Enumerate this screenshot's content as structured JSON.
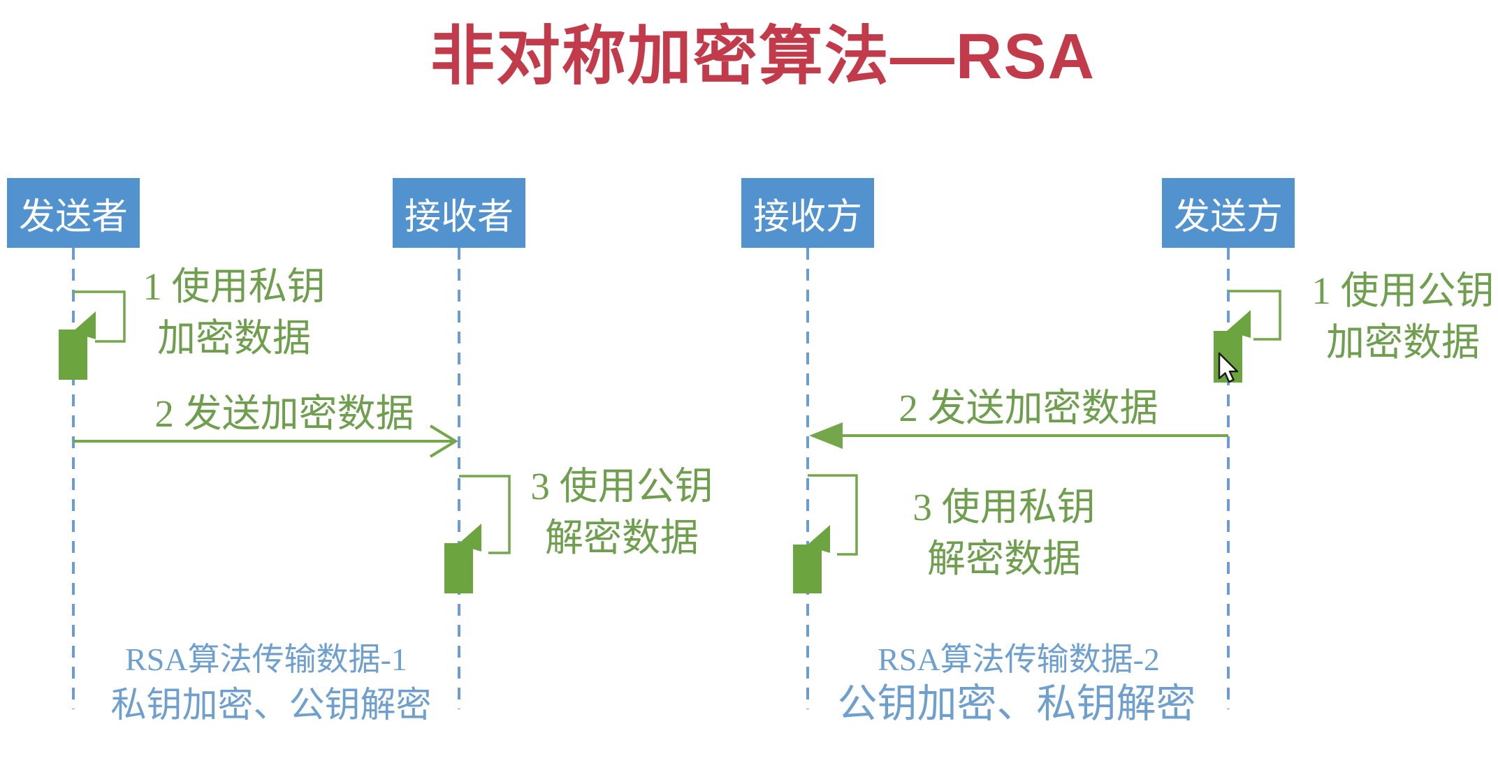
{
  "title": {
    "text": "非对称加密算法—RSA",
    "color": "#C23B4B"
  },
  "diagrams": [
    {
      "name": "RSA-transfer-1",
      "actors": [
        {
          "label": "发送者"
        },
        {
          "label": "接收者"
        }
      ],
      "steps": [
        {
          "lines": [
            "1 使用私钥",
            "加密数据"
          ]
        },
        {
          "lines": [
            "2 发送加密数据"
          ]
        },
        {
          "lines": [
            "3 使用公钥",
            "解密数据"
          ]
        }
      ],
      "caption": [
        "RSA算法传输数据-1",
        "私钥加密、公钥解密"
      ],
      "message_direction": "left-to-right"
    },
    {
      "name": "RSA-transfer-2",
      "actors": [
        {
          "label": "接收方"
        },
        {
          "label": "发送方"
        }
      ],
      "steps": [
        {
          "lines": [
            "1 使用公钥",
            "加密数据"
          ]
        },
        {
          "lines": [
            "2 发送加密数据"
          ]
        },
        {
          "lines": [
            "3 使用私钥",
            "解密数据"
          ]
        }
      ],
      "caption": [
        "RSA算法传输数据-2",
        "公钥加密、私钥解密"
      ],
      "message_direction": "right-to-left"
    }
  ],
  "colors": {
    "title_red": "#C23B4B",
    "actor_blue": "#5292CE",
    "lifeline_blue": "#6B9CD6",
    "green_line": "#74A74B",
    "green_fill": "#6CA43F",
    "green_text": "#6F9F4E",
    "caption_blue": "#6FA0CD"
  },
  "cursor": {
    "visible": true,
    "type": "arrow-pointer"
  }
}
